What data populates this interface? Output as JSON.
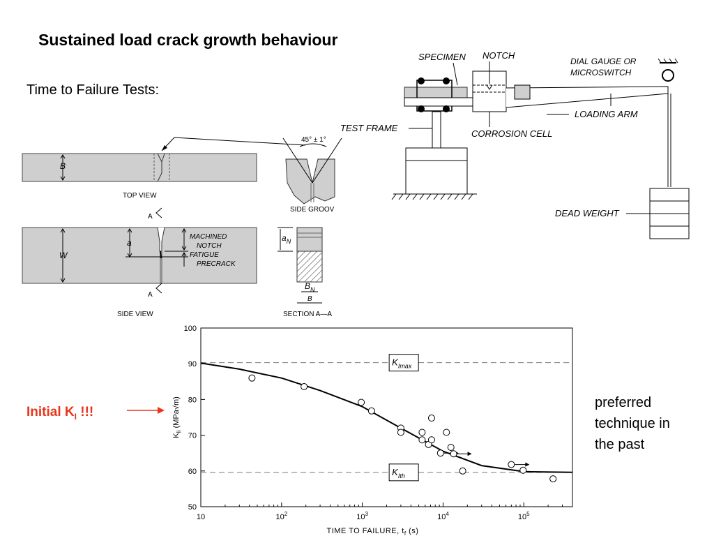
{
  "slide": {
    "title": "Sustained load crack growth behaviour",
    "subtitle": "Time to Failure Tests:",
    "initial_label": "Initial K",
    "initial_label_sub": "I",
    "initial_label_suffix": " !!!",
    "note_lines": [
      "preferred",
      "technique in",
      "the past"
    ],
    "accent_color": "#e8361c"
  },
  "specimen": {
    "top_view": "TOP VIEW",
    "side_view": "SIDE VIEW",
    "side_groove": "SIDE GROOV",
    "section": "SECTION A—A",
    "dim_b": "B",
    "dim_w": "W",
    "dim_a": "a",
    "dim_an": "a",
    "dim_an_sub": "N",
    "dim_bn": "B",
    "dim_bn_sub": "N",
    "angle": "45° ± 1°",
    "section_mark": "A",
    "machined_notch_1": "MACHINED",
    "machined_notch_2": "NOTCH",
    "fatigue_1": "FATIGUE",
    "fatigue_2": "PRECRACK"
  },
  "rig": {
    "specimen": "SPECIMEN",
    "notch": "NOTCH",
    "dial_gauge_1": "DIAL GAUGE OR",
    "dial_gauge_2": "MICROSWITCH",
    "test_frame": "TEST FRAME",
    "corrosion_cell": "CORROSION CELL",
    "loading_arm": "LOADING ARM",
    "dead_weight": "DEAD WEIGHT"
  },
  "chart_data": {
    "type": "scatter",
    "xlabel": "TIME TO FAILURE, t",
    "xlabel_sub": "f",
    "xlabel_unit": " (s)",
    "ylabel": "K",
    "ylabel_sub": "Ii",
    "ylabel_unit": " (MPa√m)",
    "x_scale": "log",
    "xlim": [
      10,
      400000
    ],
    "ylim": [
      50,
      100
    ],
    "x_ticks": [
      {
        "value": 10,
        "base": "10",
        "exp": ""
      },
      {
        "value": 100,
        "base": "10",
        "exp": "2"
      },
      {
        "value": 1000,
        "base": "10",
        "exp": "3"
      },
      {
        "value": 10000,
        "base": "10",
        "exp": "4"
      },
      {
        "value": 100000,
        "base": "10",
        "exp": "5"
      }
    ],
    "y_ticks": [
      50,
      60,
      70,
      80,
      90,
      100
    ],
    "reference_lines": [
      {
        "value": 90.3,
        "label": "K",
        "label_sub": "Imax",
        "x_label": 3200
      },
      {
        "value": 59.6,
        "label": "K",
        "label_sub": "Ith",
        "x_label": 3200
      }
    ],
    "points": [
      {
        "x": 43,
        "y": 86
      },
      {
        "x": 190,
        "y": 83.6
      },
      {
        "x": 970,
        "y": 79.2
      },
      {
        "x": 1300,
        "y": 76.8
      },
      {
        "x": 3000,
        "y": 72
      },
      {
        "x": 3000,
        "y": 70.8
      },
      {
        "x": 5500,
        "y": 70.8
      },
      {
        "x": 5500,
        "y": 68.7
      },
      {
        "x": 6600,
        "y": 67.4
      },
      {
        "x": 7200,
        "y": 74.8
      },
      {
        "x": 7200,
        "y": 68.7
      },
      {
        "x": 9300,
        "y": 65
      },
      {
        "x": 11000,
        "y": 70.8
      },
      {
        "x": 12500,
        "y": 66.6
      },
      {
        "x": 13500,
        "y": 64.8
      },
      {
        "x": 17500,
        "y": 60
      },
      {
        "x": 70000,
        "y": 61.8
      },
      {
        "x": 98000,
        "y": 60.2
      },
      {
        "x": 230000,
        "y": 57.8
      }
    ],
    "runouts": [
      {
        "x": 9300,
        "y": 65
      },
      {
        "x": 13500,
        "y": 64.8
      },
      {
        "x": 70000,
        "y": 61.8
      }
    ],
    "curve": [
      [
        10,
        90.2
      ],
      [
        30,
        88.5
      ],
      [
        100,
        86
      ],
      [
        300,
        82.5
      ],
      [
        1000,
        78
      ],
      [
        3000,
        72
      ],
      [
        10000,
        65.5
      ],
      [
        30000,
        61.5
      ],
      [
        100000,
        59.8
      ],
      [
        400000,
        59.6
      ]
    ],
    "grid": false,
    "legend": "none"
  }
}
